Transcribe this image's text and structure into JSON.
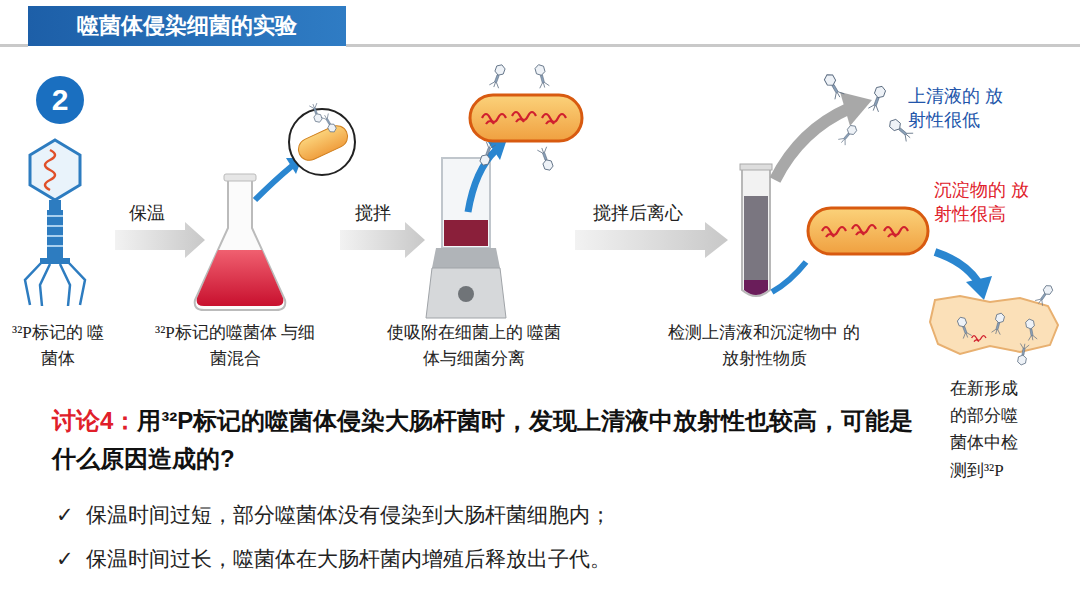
{
  "diagram": {
    "title": "噬菌体侵染细菌的实验",
    "nodes": [
      {
        "text": [
          "2"
        ]
      }
    ],
    "labels": [
      "保温",
      "搅拌",
      "搅拌后离心",
      "³²P标记的 噬菌体",
      "³²P标记的噬菌体 与细菌混合",
      "使吸附在细菌上的 噬菌体与细菌分离",
      "检测上清液和沉淀物中 的放射性物质",
      "上清液的 放射性很低",
      "沉淀物的 放射性很高",
      "在新形成 的部分噬 菌体中检 测到³²P",
      "讨论4：",
      "用³²P标记的噬菌体侵染大肠杆菌时，发现上清液中放射性也较高，可能是什么原因造成的?",
      "✓",
      "保温时间过短，部分噬菌体没有侵染到大肠杆菌细胞内；",
      "✓",
      "保温时间过长，噬菌体在大肠杆菌内增殖后释放出子代。"
    ]
  }
}
